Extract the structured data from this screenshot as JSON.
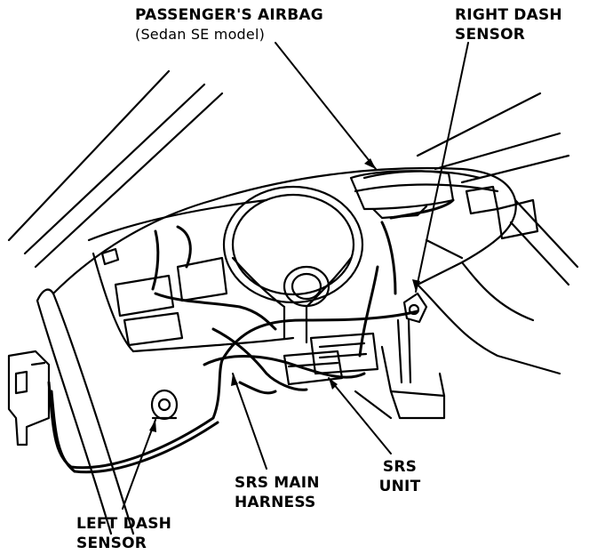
{
  "labels": {
    "passenger_airbag": {
      "line1": "PASSENGER'S AIRBAG",
      "line2": "(Sedan SE model)"
    },
    "right_dash_sensor": {
      "line1": "RIGHT DASH",
      "line2": "SENSOR"
    },
    "srs_main_harness": {
      "line1": "SRS MAIN",
      "line2": "HARNESS"
    },
    "srs_unit": {
      "line1": "SRS",
      "line2": "UNIT"
    },
    "left_dash_sensor": {
      "line1": "LEFT DASH",
      "line2": "SENSOR"
    }
  },
  "colors": {
    "ink": "#000000",
    "paper": "#ffffff"
  }
}
